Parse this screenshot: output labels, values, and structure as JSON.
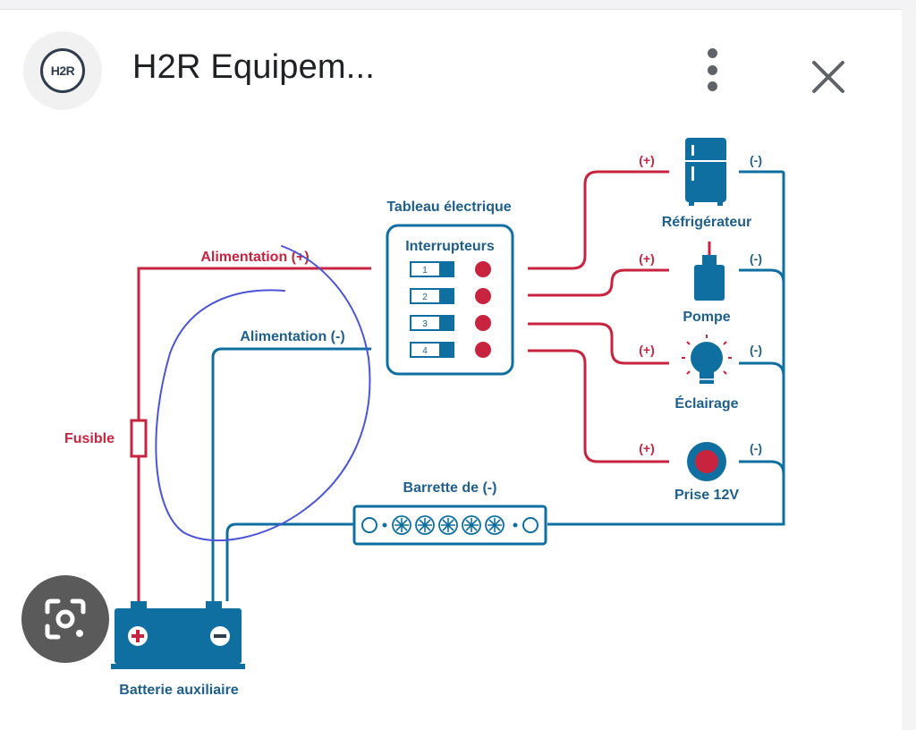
{
  "header": {
    "logo_text": "H2R",
    "title": "H2R Equipem...",
    "menu_icon": "more-vert-icon",
    "close_icon": "close-icon"
  },
  "diagram": {
    "panel": {
      "title": "Tableau électrique",
      "subtitle": "Interrupteurs",
      "switches": [
        "1",
        "2",
        "3",
        "4"
      ]
    },
    "wires": {
      "supply_positive": "Alimentation (+)",
      "supply_negative": "Alimentation (-)",
      "fuse": "Fusible",
      "ground_bar": "Barrette de (-)",
      "battery": "Batterie auxiliaire"
    },
    "devices": [
      {
        "name": "Réfrigérateur",
        "positive": "(+)",
        "negative": "(-)",
        "icon": "fridge-icon"
      },
      {
        "name": "Pompe",
        "positive": "(+)",
        "negative": "(-)",
        "icon": "pump-icon"
      },
      {
        "name": "Éclairage",
        "positive": "(+)",
        "negative": "(-)",
        "icon": "bulb-icon"
      },
      {
        "name": "Prise 12V",
        "positive": "(+)",
        "negative": "(-)",
        "icon": "socket-icon"
      }
    ],
    "colors": {
      "positive": "#c8233f",
      "negative": "#0f6fa0",
      "label_blue": "#1f5f8c",
      "annotation": "#4a55d8"
    }
  },
  "overlay": {
    "lens_icon": "lens-search-icon"
  }
}
